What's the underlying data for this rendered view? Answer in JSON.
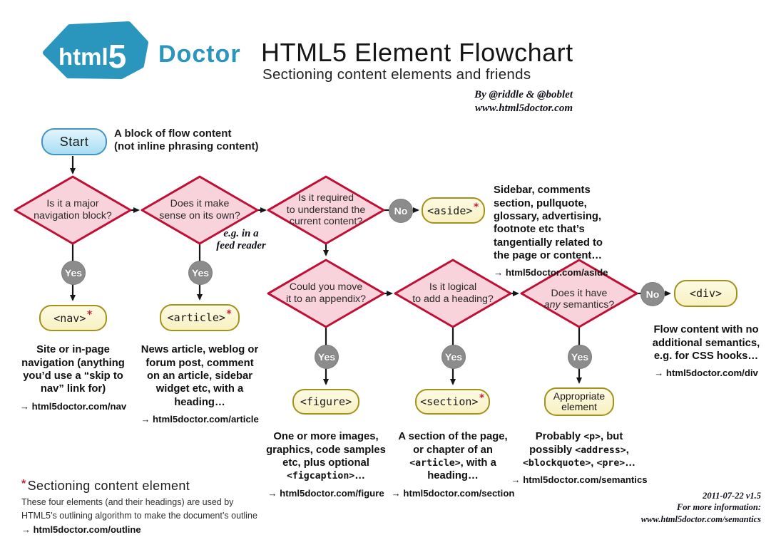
{
  "colors": {
    "brand_blue": "#2a96be",
    "diamond_fill": "#f9d3db",
    "diamond_border": "#bf0f34",
    "node_fill": "#fbf6d3",
    "node_border": "#a2921c",
    "start_fill": "#cdeefb",
    "start_border": "#4691c2",
    "badge_gray": "#8c8c8c",
    "star_red": "#cc2233",
    "text_dark": "#1c1c1c"
  },
  "header": {
    "logo_html": "html",
    "logo_5": "5",
    "logo_suffix": "Doctor",
    "title": "HTML5 Element Flowchart",
    "subtitle": "Sectioning content elements and friends",
    "byline_1": "By @riddle & @boblet",
    "byline_2": "www.html5doctor.com"
  },
  "start": {
    "label": "Start",
    "note": "A block of flow content\n(not inline phrasing content)"
  },
  "decisions": {
    "nav_q": "Is it a major\nnavigation block?",
    "article_q": "Does it make\nsense on its own?",
    "article_note": "e.g. in a\nfeed reader",
    "aside_q": "Is it required\nto understand the\ncurrent content?",
    "figure_q": "Could you move\nit to an appendix?",
    "section_q": "Is it logical\nto add a heading?",
    "semantics_q_pre": "Does it have\n",
    "semantics_q_italic": "any",
    "semantics_q_post": " semantics?"
  },
  "badges": {
    "yes": "Yes",
    "no": "No"
  },
  "nodes": {
    "aside": {
      "label": "<aside>",
      "star": "*"
    },
    "nav": {
      "label": "<nav>",
      "star": "*"
    },
    "article": {
      "label": "<article>",
      "star": "*"
    },
    "figure": {
      "label": "<figure>"
    },
    "section": {
      "label": "<section>",
      "star": "*"
    },
    "appropriate": {
      "label": "Appropriate\nelement"
    },
    "div": {
      "label": "<div>"
    }
  },
  "descriptions": {
    "aside": {
      "text": "Sidebar, comments\nsection, pullquote,\nglossary, advertising,\nfootnote etc that’s\ntangentially related to\nthe page or content…",
      "link": "→ html5doctor.com/aside"
    },
    "nav": {
      "text": "Site or in-page\nnavigation (anything\nyou’d use a “skip to\nnav” link for)",
      "link": "→ html5doctor.com/nav"
    },
    "article": {
      "text": "News article, weblog or\nforum post, comment\non an article, sidebar\nwidget etc, with a\nheading…",
      "link": "→ html5doctor.com/article"
    },
    "figure": {
      "pre": "One or more images,\ngraphics, code samples\netc, plus optional\n",
      "code": "<figcaption>",
      "post": "…",
      "link": "→ html5doctor.com/figure"
    },
    "section": {
      "pre": "A section of the page,\nor chapter of an\n",
      "code": "<article>",
      "post": ", with a\nheading…",
      "link": "→ html5doctor.com/section"
    },
    "appropriate": {
      "p1": "Probably ",
      "c1": "<p>",
      "p2": ", but\npossibly ",
      "c2": "<address>",
      "p3": ",\n",
      "c3": "<blockquote>",
      "p4": ", ",
      "c4": "<pre>",
      "p5": "…",
      "link": "→ html5doctor.com/semantics"
    },
    "div": {
      "text": "Flow content with no\nadditional semantics,\ne.g. for CSS hooks…",
      "link": "→ html5doctor.com/div"
    }
  },
  "footnotes": {
    "left": {
      "star": "*",
      "title": "Sectioning content element",
      "body": "These four elements (and their headings) are used by\nHTML5’s outlining algorithm to make the document’s outline",
      "link": "→ html5doctor.com/outline"
    },
    "right": {
      "text": "2011-07-22 v1.5\nFor more information:\nwww.html5doctor.com/semantics"
    }
  }
}
